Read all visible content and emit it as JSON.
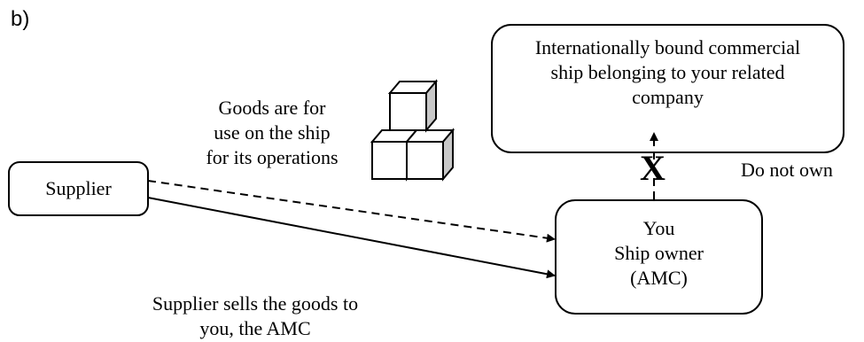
{
  "panel_label": "b)",
  "ship_box": {
    "lines": [
      "Internationally bound commercial",
      "ship belonging to your  related",
      "company"
    ]
  },
  "goods_note": {
    "lines": [
      "Goods are for",
      "use on the ship",
      "for its operations"
    ]
  },
  "supplier_box": {
    "label": "Supplier"
  },
  "you_box": {
    "lines": [
      "You",
      "Ship owner",
      "(AMC)"
    ]
  },
  "blocked_mark": "X",
  "ownership_note": "Do not own",
  "sale_note": {
    "lines": [
      "Supplier sells the goods to",
      "you,  the AMC"
    ]
  },
  "colors": {
    "stroke": "#000000",
    "cube_front": "#ffffff",
    "cube_side": "#c8c8c8"
  }
}
